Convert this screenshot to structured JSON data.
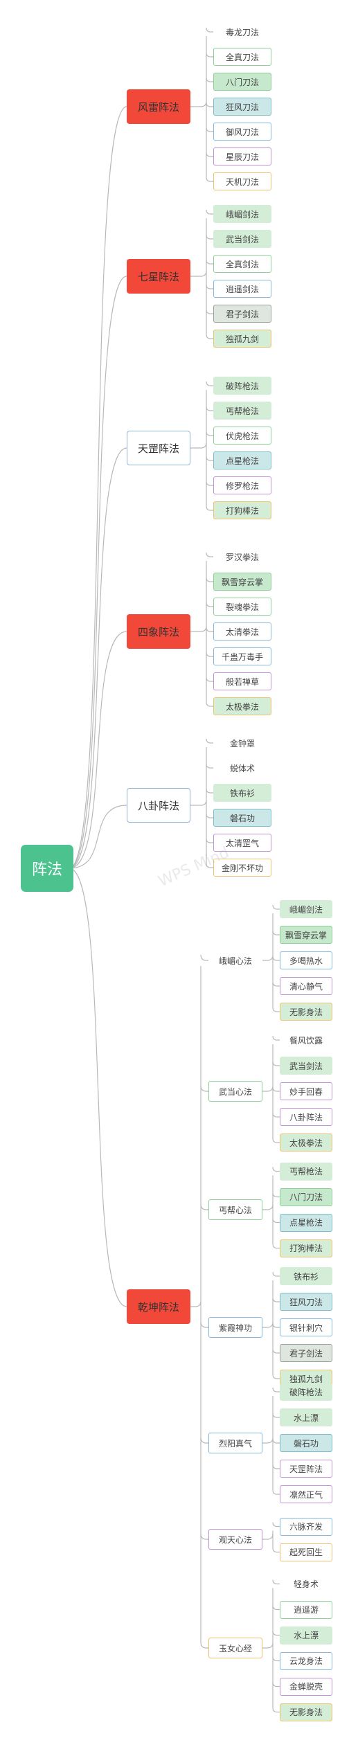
{
  "root": {
    "label": "阵法"
  },
  "watermark": {
    "line1": "WPS Mind",
    "line2": ""
  },
  "colors": {
    "line": "#b9b9b9",
    "root": "#4cc28f",
    "level1_red": "#f1483a",
    "leaf_green_fill": "#cdebd3",
    "leaf_teal_fill": "#cfe8e8"
  },
  "branches": [
    {
      "label": "风雷阵法",
      "style": "red",
      "items": [
        {
          "label": "毒龙刀法",
          "style": "none"
        },
        {
          "label": "全真刀法",
          "style": "border-green"
        },
        {
          "label": "八门刀法",
          "style": "fill-green"
        },
        {
          "label": "狂风刀法",
          "style": "fill-teal"
        },
        {
          "label": "御风刀法",
          "style": "border-blue"
        },
        {
          "label": "星辰刀法",
          "style": "border-purple"
        },
        {
          "label": "天机刀法",
          "style": "border-orange"
        }
      ]
    },
    {
      "label": "七星阵法",
      "style": "red",
      "items": [
        {
          "label": "峨嵋剑法",
          "style": "fill-green-light"
        },
        {
          "label": "武当剑法",
          "style": "fill-green-light"
        },
        {
          "label": "全真剑法",
          "style": "border-green"
        },
        {
          "label": "逍遥剑法",
          "style": "border-blue"
        },
        {
          "label": "君子剑法",
          "style": "fill-gray"
        },
        {
          "label": "独孤九剑",
          "style": "fill-green-orange"
        }
      ]
    },
    {
      "label": "天罡阵法",
      "style": "plain",
      "items": [
        {
          "label": "破阵枪法",
          "style": "fill-green-light"
        },
        {
          "label": "丐帮枪法",
          "style": "fill-green-light"
        },
        {
          "label": "伏虎枪法",
          "style": "border-green"
        },
        {
          "label": "点星枪法",
          "style": "fill-teal"
        },
        {
          "label": "修罗枪法",
          "style": "border-purple"
        },
        {
          "label": "打狗棒法",
          "style": "fill-green-orange"
        }
      ]
    },
    {
      "label": "四象阵法",
      "style": "red",
      "items": [
        {
          "label": "罗汉拳法",
          "style": "none"
        },
        {
          "label": "飘雪穿云掌",
          "style": "fill-green"
        },
        {
          "label": "裂魂拳法",
          "style": "border-green"
        },
        {
          "label": "太清拳法",
          "style": "border-blue"
        },
        {
          "label": "千蛊万毒手",
          "style": "border-blue"
        },
        {
          "label": "般若禅草",
          "style": "border-purple"
        },
        {
          "label": "太极拳法",
          "style": "fill-green-orange"
        }
      ]
    },
    {
      "label": "八卦阵法",
      "style": "plain",
      "items": [
        {
          "label": "金钟罩",
          "style": "none"
        },
        {
          "label": "蜕体术",
          "style": "none"
        },
        {
          "label": "铁布衫",
          "style": "fill-green-light"
        },
        {
          "label": "磐石功",
          "style": "fill-teal"
        },
        {
          "label": "太清罡气",
          "style": "border-purple"
        },
        {
          "label": "金刚不坏功",
          "style": "border-orange"
        }
      ]
    }
  ],
  "qiankun": {
    "label": "乾坤阵法",
    "style": "red",
    "groups": [
      {
        "label": "峨嵋心法",
        "style": "none",
        "items": [
          {
            "label": "峨嵋剑法",
            "style": "fill-green-light"
          },
          {
            "label": "飘雪穿云掌",
            "style": "fill-green"
          },
          {
            "label": "多喝热水",
            "style": "border-blue"
          },
          {
            "label": "清心静气",
            "style": "border-purple"
          },
          {
            "label": "无影身法",
            "style": "fill-green-orange"
          }
        ]
      },
      {
        "label": "武当心法",
        "style": "border-green",
        "items": [
          {
            "label": "餐风饮露",
            "style": "none"
          },
          {
            "label": "武当剑法",
            "style": "fill-green-light"
          },
          {
            "label": "妙手回春",
            "style": "border-purple"
          },
          {
            "label": "八卦阵法",
            "style": "border-purple"
          },
          {
            "label": "太极拳法",
            "style": "fill-green-orange"
          }
        ]
      },
      {
        "label": "丐帮心法",
        "style": "border-green",
        "items": [
          {
            "label": "丐帮枪法",
            "style": "fill-green-light"
          },
          {
            "label": "八门刀法",
            "style": "fill-green"
          },
          {
            "label": "点星枪法",
            "style": "fill-teal"
          },
          {
            "label": "打狗棒法",
            "style": "fill-green-orange"
          }
        ]
      },
      {
        "label": "紫霞神功",
        "style": "border-blue",
        "items": [
          {
            "label": "铁布衫",
            "style": "fill-green-light"
          },
          {
            "label": "狂风刀法",
            "style": "fill-teal"
          },
          {
            "label": "银针刺穴",
            "style": "border-blue"
          },
          {
            "label": "君子剑法",
            "style": "fill-gray"
          },
          {
            "label": "独孤九剑",
            "style": "fill-green-orange"
          }
        ]
      },
      {
        "label": "烈阳真气",
        "style": "border-blue",
        "items": [
          {
            "label": "破阵枪法",
            "style": "fill-green-light"
          },
          {
            "label": "水上漂",
            "style": "fill-green-light"
          },
          {
            "label": "磐石功",
            "style": "fill-teal"
          },
          {
            "label": "天罡阵法",
            "style": "border-purple"
          },
          {
            "label": "凛然正气",
            "style": "border-purple"
          }
        ]
      },
      {
        "label": "观天心法",
        "style": "border-purple",
        "items": [
          {
            "label": "六脉齐发",
            "style": "border-blue"
          },
          {
            "label": "起死回生",
            "style": "border-orange"
          }
        ]
      },
      {
        "label": "玉女心经",
        "style": "border-orange",
        "items": [
          {
            "label": "轻身术",
            "style": "none"
          },
          {
            "label": "逍遥游",
            "style": "border-green"
          },
          {
            "label": "水上漂",
            "style": "fill-green-light"
          },
          {
            "label": "云龙身法",
            "style": "border-blue"
          },
          {
            "label": "金蝉脱壳",
            "style": "border-purple"
          },
          {
            "label": "无影身法",
            "style": "fill-green-orange"
          }
        ]
      }
    ]
  }
}
